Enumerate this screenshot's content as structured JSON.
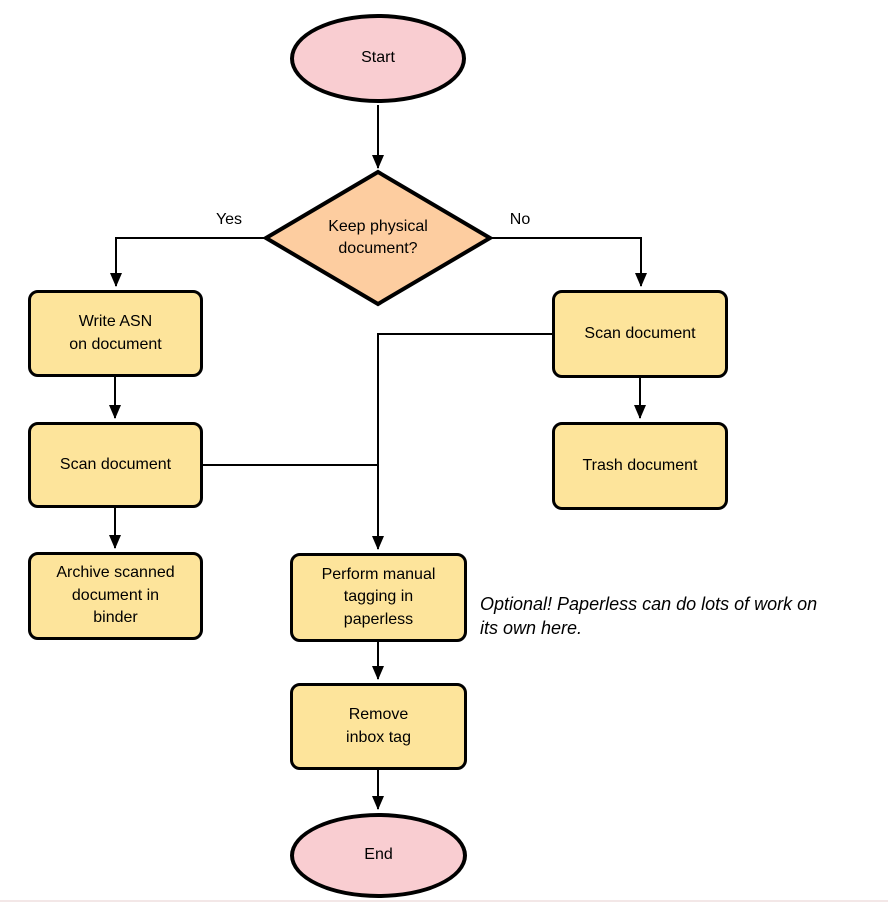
{
  "colors": {
    "terminal_fill": "#f9cdd1",
    "decision_fill": "#fdcda0",
    "process_fill": "#fde49b",
    "stroke": "#000000"
  },
  "nodes": {
    "start": {
      "label": "Start"
    },
    "decision": {
      "label": "Keep physical\ndocument?"
    },
    "write_asn": {
      "label": "Write ASN\non document"
    },
    "scan_left": {
      "label": "Scan document"
    },
    "archive": {
      "label": "Archive scanned\ndocument in\nbinder"
    },
    "scan_right": {
      "label": "Scan document"
    },
    "trash": {
      "label": "Trash document"
    },
    "tagging": {
      "label": "Perform manual\ntagging in\npaperless"
    },
    "remove_inbox": {
      "label": "Remove\ninbox tag"
    },
    "end": {
      "label": "End"
    }
  },
  "edge_labels": {
    "yes": "Yes",
    "no": "No"
  },
  "annotation": "Optional! Paperless can do lots of work on\nits own here."
}
